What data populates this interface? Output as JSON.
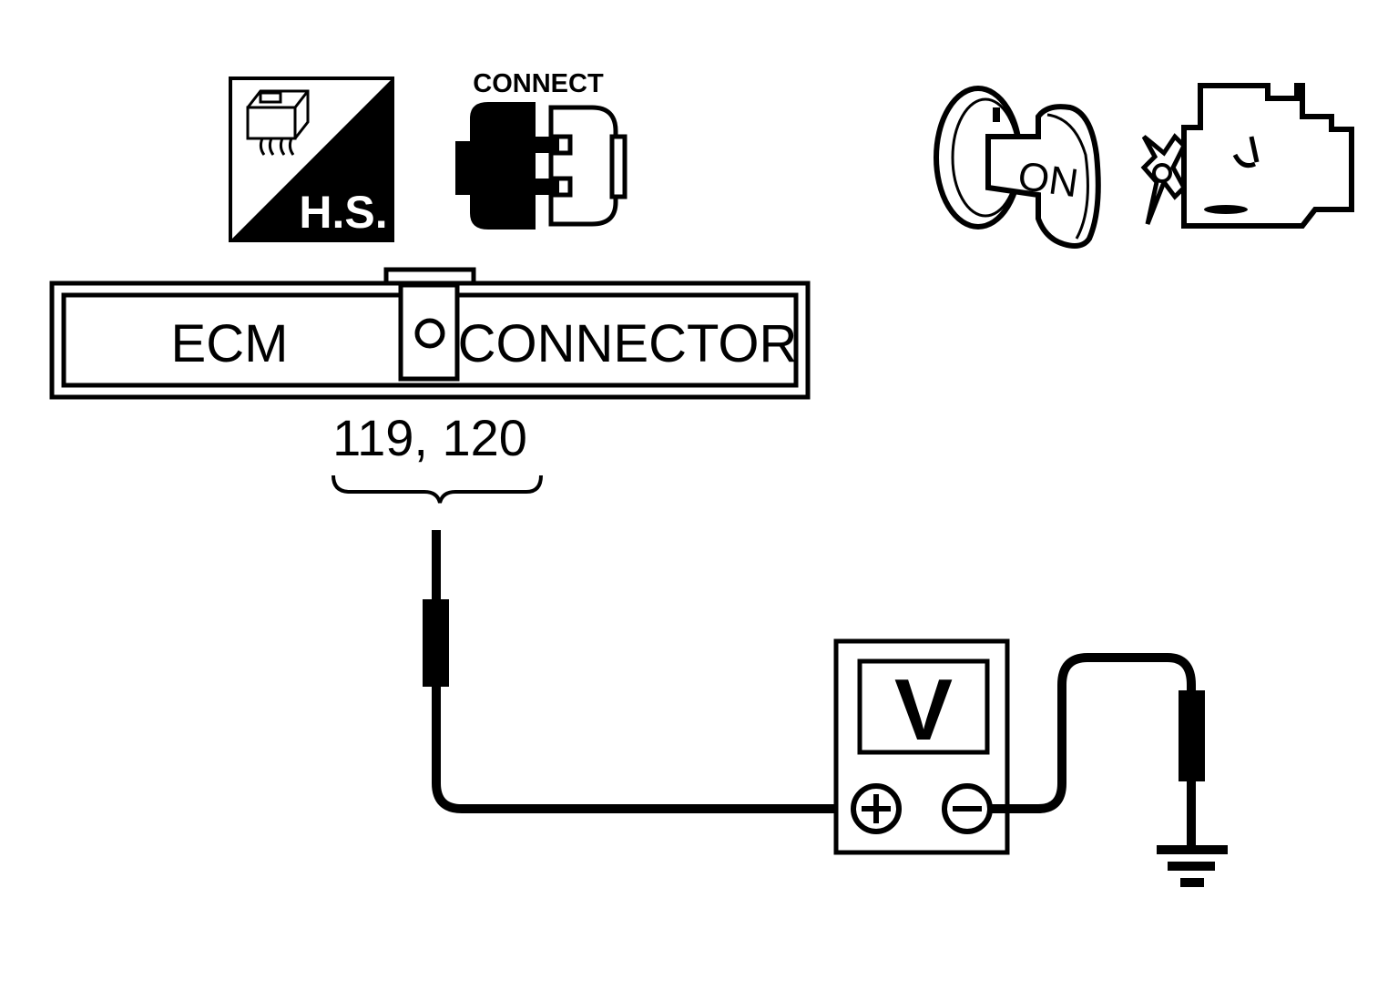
{
  "icons": {
    "hs_label": "H.S.",
    "connect_label": "CONNECT",
    "ignition_label": "ON"
  },
  "ecm_connector": {
    "left_label": "ECM",
    "right_label": "CONNECTOR",
    "terminals_label": "119, 120"
  },
  "voltmeter": {
    "display_label": "V"
  },
  "colors": {
    "ink": "#000000",
    "paper": "#ffffff"
  }
}
